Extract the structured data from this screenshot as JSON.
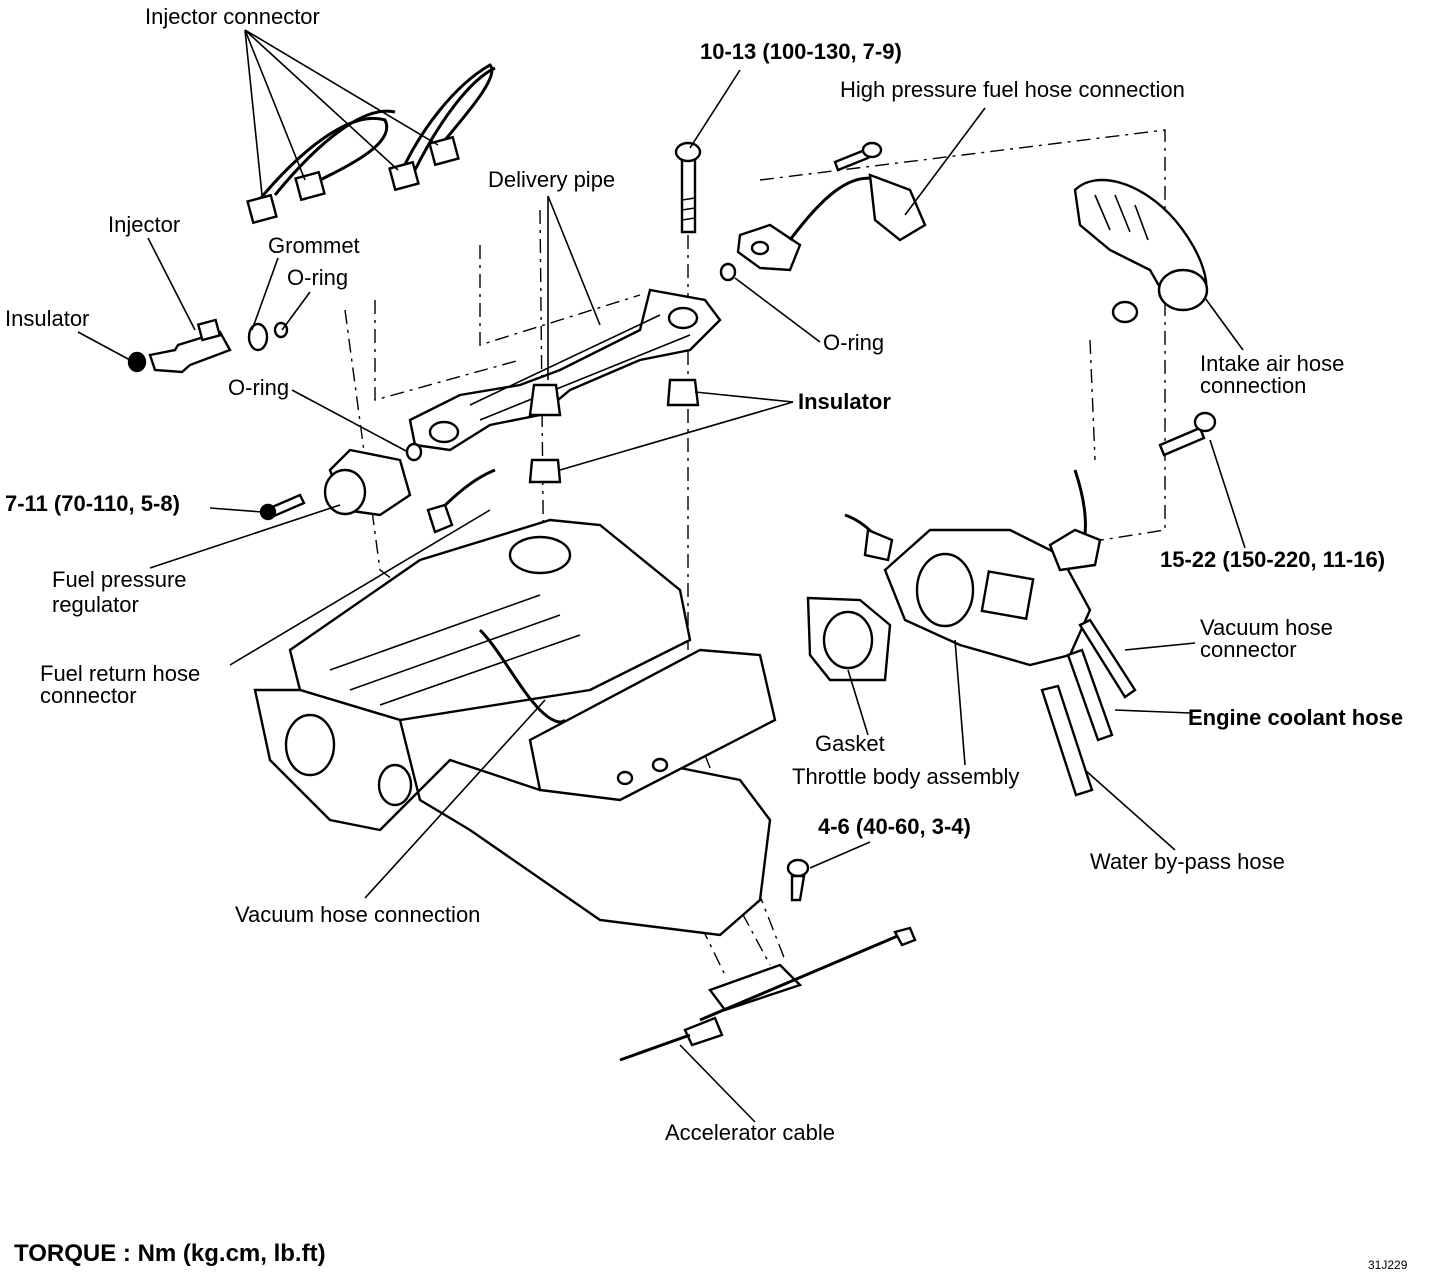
{
  "labels": {
    "injector_connector": "Injector connector",
    "torque_top": "10-13 (100-130, 7-9)",
    "high_pressure_fuel_hose": "High pressure fuel hose connection",
    "delivery_pipe": "Delivery pipe",
    "injector": "Injector",
    "grommet": "Grommet",
    "o_ring_upper_left": "O-ring",
    "insulator_left": "Insulator",
    "o_ring_right": "O-ring",
    "intake_air_hose": "Intake air  hose\nconnection",
    "o_ring_lower_left": "O-ring",
    "insulator_right": "Insulator",
    "torque_regulator": "7-11 (70-110, 5-8)",
    "torque_throttle_body": "15-22 (150-220, 11-16)",
    "fuel_pressure_regulator": "Fuel pressure\nregulator",
    "vacuum_hose_connector": "Vacuum hose\nconnector",
    "fuel_return_hose": "Fuel return hose\nconnector",
    "engine_coolant_hose": "Engine coolant hose",
    "gasket": "Gasket",
    "throttle_body": "Throttle body assembly",
    "torque_bracket": "4-6 (40-60, 3-4)",
    "water_bypass_hose": "Water by-pass hose",
    "vacuum_hose_connection": "Vacuum hose connection",
    "accelerator_cable": "Accelerator cable"
  },
  "footer": {
    "torque_legend": "TORQUE : Nm (kg.cm, lb.ft)",
    "figure_code": "31J229"
  }
}
